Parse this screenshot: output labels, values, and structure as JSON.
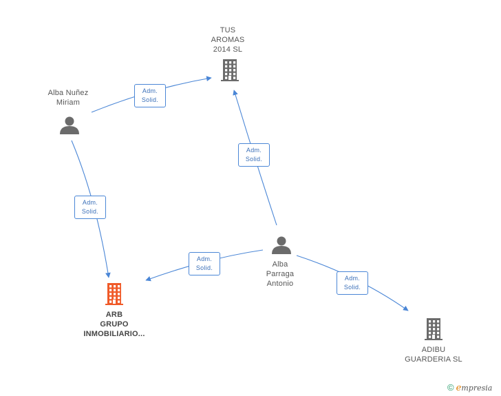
{
  "colors": {
    "edge": "#4a86d6",
    "company_icon": "#6b6b6b",
    "focus_company_icon": "#f05a28",
    "person_icon": "#6b6b6b"
  },
  "nodes": [
    {
      "id": "tus",
      "type": "company",
      "label": "TUS\nAROMAS\n2014  SL",
      "focus": false
    },
    {
      "id": "alba_n",
      "type": "person",
      "label": "Alba Nuñez\nMiriam",
      "focus": false
    },
    {
      "id": "arb",
      "type": "company",
      "label": "ARB\nGRUPO\nINMOBILIARIO...",
      "focus": true
    },
    {
      "id": "alba_p",
      "type": "person",
      "label": "Alba\nParraga\nAntonio",
      "focus": false
    },
    {
      "id": "adibu",
      "type": "company",
      "label": "ADIBU\nGUARDERIA SL",
      "focus": false
    }
  ],
  "edges": [
    {
      "from": "alba_n",
      "to": "tus",
      "label": "Adm.\nSolid."
    },
    {
      "from": "alba_n",
      "to": "arb",
      "label": "Adm.\nSolid."
    },
    {
      "from": "alba_p",
      "to": "tus",
      "label": "Adm.\nSolid."
    },
    {
      "from": "alba_p",
      "to": "arb",
      "label": "Adm.\nSolid."
    },
    {
      "from": "alba_p",
      "to": "adibu",
      "label": "Adm.\nSolid."
    }
  ],
  "brand": {
    "copyright": "©",
    "e": "e",
    "rest": "mpresia"
  }
}
